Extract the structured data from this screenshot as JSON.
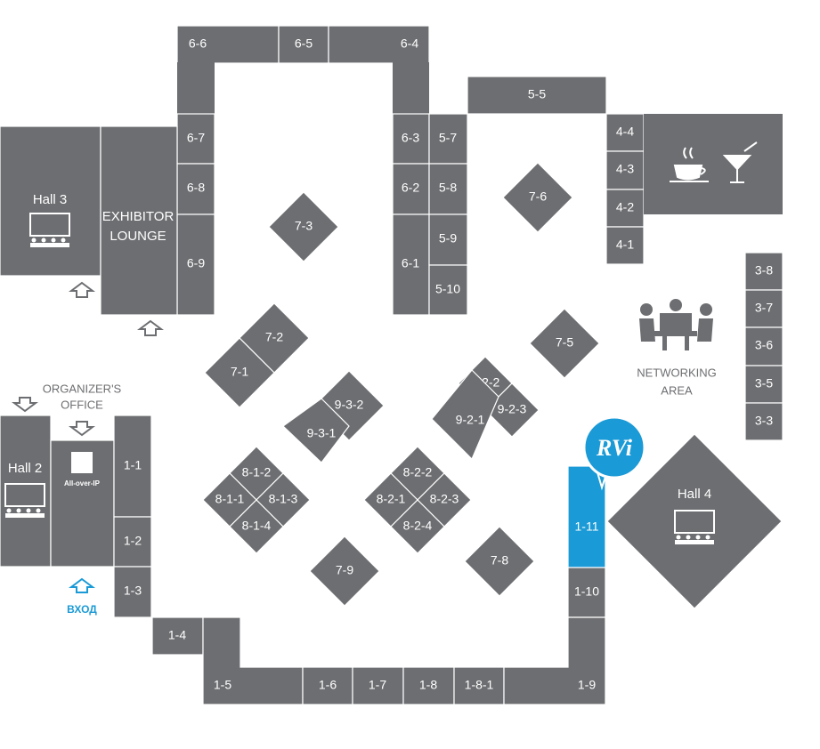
{
  "booths": {
    "b6_6": "6-6",
    "b6_5": "6-5",
    "b6_4": "6-4",
    "b6_7": "6-7",
    "b6_8": "6-8",
    "b6_9": "6-9",
    "b6_3": "6-3",
    "b6_2": "6-2",
    "b6_1": "6-1",
    "b5_5": "5-5",
    "b5_7": "5-7",
    "b5_8": "5-8",
    "b5_9": "5-9",
    "b5_10": "5-10",
    "b4_4": "4-4",
    "b4_3": "4-3",
    "b4_2": "4-2",
    "b4_1": "4-1",
    "b3_8": "3-8",
    "b3_7": "3-7",
    "b3_6": "3-6",
    "b3_5": "3-5",
    "b3_3": "3-3",
    "b7_1": "7-1",
    "b7_2": "7-2",
    "b7_3": "7-3",
    "b7_5": "7-5",
    "b7_6": "7-6",
    "b7_8": "7-8",
    "b7_9": "7-9",
    "b9_3_1": "9-3-1",
    "b9_3_2": "9-3-2",
    "b9_2_1": "9-2-1",
    "b9_2_2": "9-2-2",
    "b9_2_3": "9-2-3",
    "b8_1_1": "8-1-1",
    "b8_1_2": "8-1-2",
    "b8_1_3": "8-1-3",
    "b8_1_4": "8-1-4",
    "b8_2_1": "8-2-1",
    "b8_2_2": "8-2-2",
    "b8_2_3": "8-2-3",
    "b8_2_4": "8-2-4",
    "b1_1": "1-1",
    "b1_2": "1-2",
    "b1_3": "1-3",
    "b1_4": "1-4",
    "b1_5": "1-5",
    "b1_6": "1-6",
    "b1_7": "1-7",
    "b1_8": "1-8",
    "b1_8_1": "1-8-1",
    "b1_9": "1-9",
    "b1_10": "1-10",
    "b1_11": "1-11"
  },
  "halls": {
    "hall2": "Hall 2",
    "hall3": "Hall 3",
    "hall4": "Hall 4"
  },
  "lounge": {
    "line1": "EXHIBITOR",
    "line2": "LOUNGE"
  },
  "organizer": {
    "line1": "ORGANIZER'S",
    "line2": "OFFICE",
    "logo": "All-over-IP"
  },
  "networking": {
    "line1": "NETWORKING",
    "line2": "AREA"
  },
  "entrance": "ВХОД",
  "rvi_logo": "RVi",
  "icons": [
    "coffee-cup-icon",
    "cocktail-glass-icon",
    "screen-audience-icon",
    "meeting-table-icon",
    "up-arrow-icon",
    "down-arrow-icon",
    "map-pin-icon"
  ],
  "colors": {
    "booth": "#6d6e71",
    "highlight": "#1a9ad6",
    "background": "#ffffff"
  }
}
